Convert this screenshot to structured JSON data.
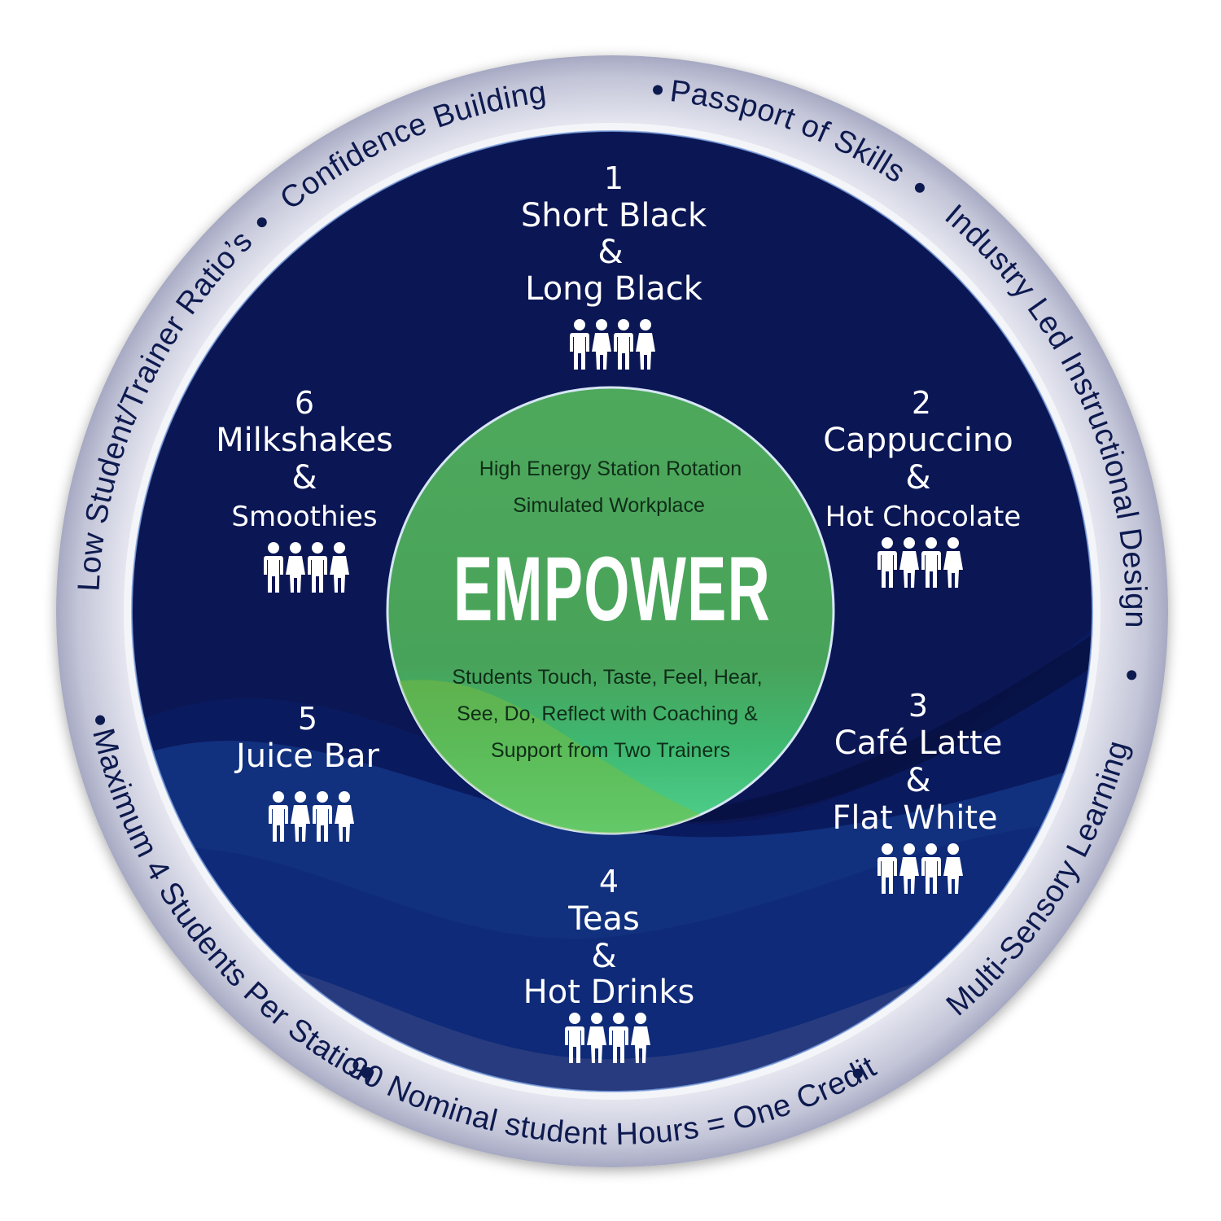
{
  "outer_ring": [
    "Passport of Skills",
    "Industry Led Instructional Design",
    "Multi-Sensory Learning",
    "90 Nominal student Hours = One Credit",
    "Maximum 4 Students Per Station",
    "Low Student/Trainer Ratio’s",
    "Confidence Building"
  ],
  "center": {
    "line1": "High Energy Station Rotation",
    "line2": "Simulated Workplace",
    "title": "EMPOWER",
    "body1": "Students Touch, Taste, Feel, Hear,",
    "body2": "See, Do, Reflect with Coaching &",
    "body3": "Support from Two Trainers"
  },
  "stations": [
    {
      "number": "1",
      "lines": [
        "Short Black",
        "&",
        "Long Black"
      ],
      "people": 4
    },
    {
      "number": "2",
      "lines": [
        "Cappuccino",
        "&",
        "Hot Chocolate"
      ],
      "people": 4
    },
    {
      "number": "3",
      "lines": [
        "Café Latte",
        "&",
        "Flat White"
      ],
      "people": 4
    },
    {
      "number": "4",
      "lines": [
        "Teas",
        "&",
        "Hot Drinks"
      ],
      "people": 4
    },
    {
      "number": "5",
      "lines": [
        "Juice Bar"
      ],
      "people": 4
    },
    {
      "number": "6",
      "lines": [
        "Milkshakes",
        "&",
        "Smoothies"
      ],
      "people": 4
    }
  ],
  "colors": {
    "navy": "#0b1654",
    "wave_blue": "#123a8c",
    "ring": "#c9cbdc",
    "center_green": "#4aa65a",
    "text_dark": "#0d1a4f"
  }
}
